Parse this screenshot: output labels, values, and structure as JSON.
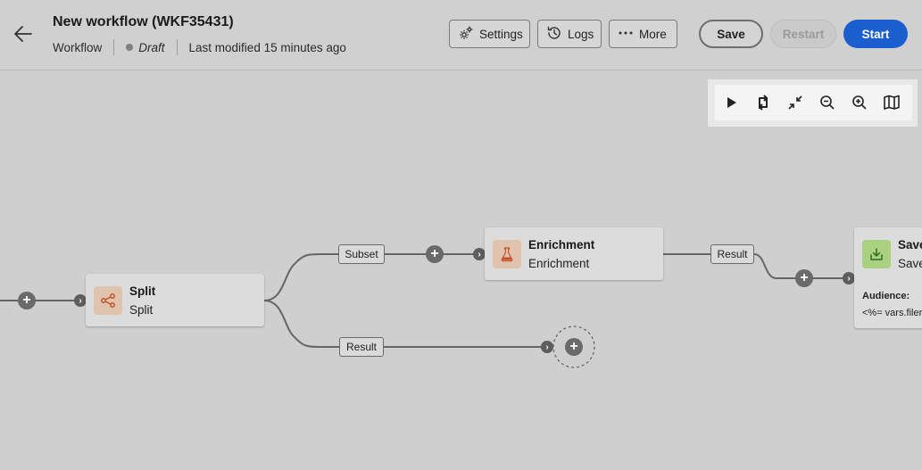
{
  "header": {
    "title": "New workflow (WKF35431)",
    "type_label": "Workflow",
    "status": "Draft",
    "last_modified": "Last modified 15 minutes ago",
    "settings_label": "Settings",
    "logs_label": "Logs",
    "more_label": "More",
    "save_label": "Save",
    "restart_label": "Restart",
    "start_label": "Start"
  },
  "toolbar": {
    "tools": [
      "select-icon",
      "rearrange-icon",
      "collapse-icon",
      "zoom-out-icon",
      "zoom-in-icon",
      "map-icon"
    ]
  },
  "nodes": {
    "split": {
      "title": "Split",
      "subtitle": "Split",
      "icon": "share-icon",
      "icon_color": "#c4532b"
    },
    "enrichment": {
      "title": "Enrichment",
      "subtitle": "Enrichment",
      "icon": "flask-icon",
      "icon_color": "#c4532b"
    },
    "save": {
      "title": "Save",
      "subtitle": "Save",
      "icon": "download-icon",
      "icon_color": "#3e8a2f",
      "audience_label": "Audience:",
      "audience_value": "<%= vars.filer"
    }
  },
  "transitions": {
    "subset": "Subset",
    "result_bottom": "Result",
    "result_enrichment": "Result"
  },
  "colors": {
    "accent": "#1b5ed0",
    "canvas": "#cfcfcf",
    "connector": "#666666"
  }
}
